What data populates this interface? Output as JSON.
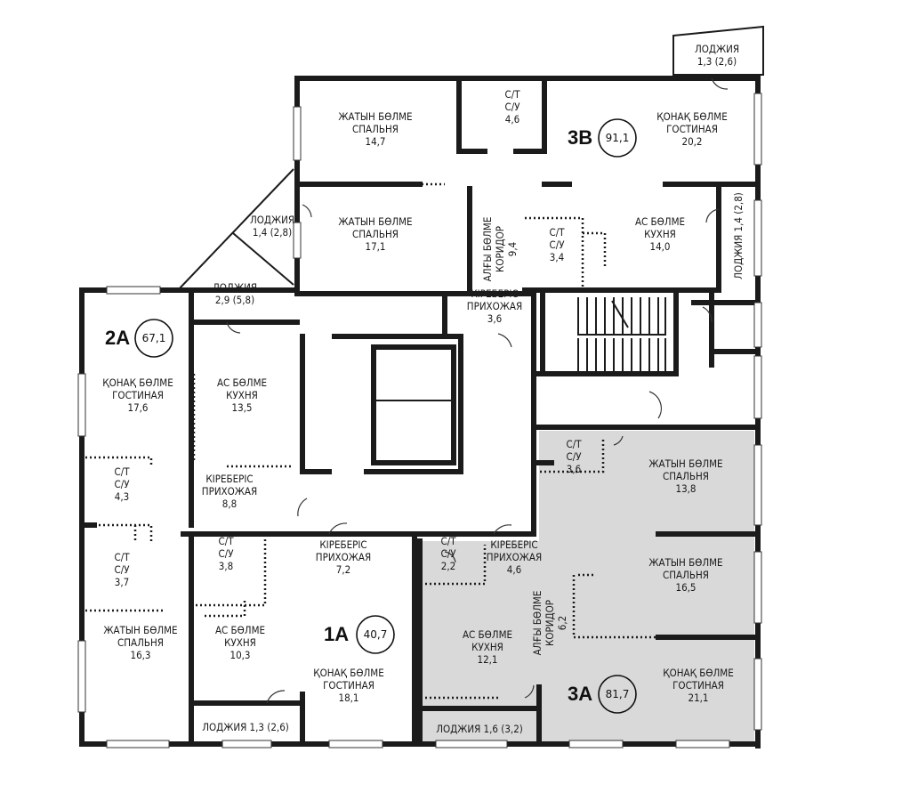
{
  "apartments": [
    {
      "id": "3B",
      "area": "91,1"
    },
    {
      "id": "2A",
      "area": "67,1"
    },
    {
      "id": "1A",
      "area": "40,7"
    },
    {
      "id": "3A",
      "area": "81,7"
    }
  ],
  "rooms": [
    {
      "key": "loggia_top_right",
      "lines": [
        "ЛОДЖИЯ",
        "1,3 (2,6)"
      ]
    },
    {
      "key": "3b_bedroom_1",
      "lines": [
        "ЖАТЫН БӨЛМЕ",
        "СПАЛЬНЯ",
        "14,7"
      ]
    },
    {
      "key": "3b_bath_1",
      "lines": [
        "С/Т",
        "С/У",
        "4,6"
      ]
    },
    {
      "key": "3b_living",
      "lines": [
        "ҚОНАҚ БӨЛМЕ",
        "ГОСТИНАЯ",
        "20,2"
      ]
    },
    {
      "key": "3b_loggia_left",
      "lines": [
        "ЛОДЖИЯ",
        "1,4 (2,8)"
      ]
    },
    {
      "key": "3b_bedroom_2",
      "lines": [
        "ЖАТЫН БӨЛМЕ",
        "СПАЛЬНЯ",
        "17,1"
      ]
    },
    {
      "key": "3b_corridor",
      "lines": [
        "АЛҒЫ БӨЛМЕ",
        "КОРИДОР",
        "9,4"
      ]
    },
    {
      "key": "3b_bath_2",
      "lines": [
        "С/Т",
        "С/У",
        "3,4"
      ]
    },
    {
      "key": "3b_kitchen",
      "lines": [
        "АС БӨЛМЕ",
        "КУХНЯ",
        "14,0"
      ]
    },
    {
      "key": "3b_loggia_right",
      "lines": [
        "ЛОДЖИЯ 1,4 (2,8)"
      ]
    },
    {
      "key": "2a_loggia",
      "lines": [
        "ЛОДЖИЯ",
        "2,9 (5,8)"
      ]
    },
    {
      "key": "3b_hall",
      "lines": [
        "КІРЕБЕРІС",
        "ПРИХОЖАЯ",
        "3,6"
      ]
    },
    {
      "key": "2a_living",
      "lines": [
        "ҚОНАҚ БӨЛМЕ",
        "ГОСТИНАЯ",
        "17,6"
      ]
    },
    {
      "key": "2a_kitchen",
      "lines": [
        "АС БӨЛМЕ",
        "КУХНЯ",
        "13,5"
      ]
    },
    {
      "key": "2a_bath_1",
      "lines": [
        "С/Т",
        "С/У",
        "4,3"
      ]
    },
    {
      "key": "2a_hall",
      "lines": [
        "КІРЕБЕРІС",
        "ПРИХОЖАЯ",
        "8,8"
      ]
    },
    {
      "key": "2a_bath_2",
      "lines": [
        "С/Т",
        "С/У",
        "3,7"
      ]
    },
    {
      "key": "2a_bedroom",
      "lines": [
        "ЖАТЫН БӨЛМЕ",
        "СПАЛЬНЯ",
        "16,3"
      ]
    },
    {
      "key": "1a_bath",
      "lines": [
        "С/Т",
        "С/У",
        "3,8"
      ]
    },
    {
      "key": "1a_hall",
      "lines": [
        "КІРЕБЕРІС",
        "ПРИХОЖАЯ",
        "7,2"
      ]
    },
    {
      "key": "1a_kitchen",
      "lines": [
        "АС БӨЛМЕ",
        "КУХНЯ",
        "10,3"
      ]
    },
    {
      "key": "1a_living",
      "lines": [
        "ҚОНАҚ БӨЛМЕ",
        "ГОСТИНАЯ",
        "18,1"
      ]
    },
    {
      "key": "1a_loggia",
      "lines": [
        "ЛОДЖИЯ 1,3 (2,6)"
      ]
    },
    {
      "key": "3a_bath_1",
      "lines": [
        "С/Т",
        "С/У",
        "3,6"
      ]
    },
    {
      "key": "3a_bedroom_1",
      "lines": [
        "ЖАТЫН БӨЛМЕ",
        "СПАЛЬНЯ",
        "13,8"
      ]
    },
    {
      "key": "3a_bath_2",
      "lines": [
        "С/Т",
        "С/У",
        "2,2"
      ]
    },
    {
      "key": "3a_hall",
      "lines": [
        "КІРЕБЕРІС",
        "ПРИХОЖАЯ",
        "4,6"
      ]
    },
    {
      "key": "3a_bedroom_2",
      "lines": [
        "ЖАТЫН БӨЛМЕ",
        "СПАЛЬНЯ",
        "16,5"
      ]
    },
    {
      "key": "3a_corridor",
      "lines": [
        "АЛҒЫ БӨЛМЕ",
        "КОРИДОР",
        "6,2"
      ]
    },
    {
      "key": "3a_kitchen",
      "lines": [
        "АС БӨЛМЕ",
        "КУХНЯ",
        "12,1"
      ]
    },
    {
      "key": "3a_living",
      "lines": [
        "ҚОНАҚ БӨЛМЕ",
        "ГОСТИНАЯ",
        "21,1"
      ]
    },
    {
      "key": "3a_loggia",
      "lines": [
        "ЛОДЖИЯ 1,6 (3,2)"
      ]
    }
  ],
  "colors": {
    "wall": "#1b1b1b",
    "shaded_apartment": "#d9d9d9",
    "background": "#ffffff"
  }
}
